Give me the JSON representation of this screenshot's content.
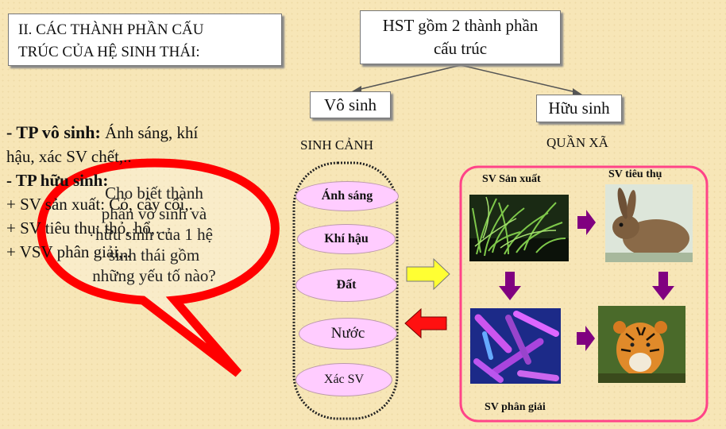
{
  "title_box": {
    "line1": "II.  CÁC THÀNH PHẦN CẤU",
    "line2": "TRÚC CỦA HỆ SINH THÁI:"
  },
  "hst_box": {
    "line1": "HST gồm 2 thành phần",
    "line2": "cấu trúc"
  },
  "vo_sinh": "Vô sinh",
  "huu_sinh": "Hữu sinh",
  "sinh_canh": "SINH CẢNH",
  "quan_xa": "QUẦN XÃ",
  "factors": [
    "Ánh sáng",
    "Khí hậu",
    "Đất",
    "Nước",
    "Xác SV"
  ],
  "sv_san_xuat": "SV Sản xuất",
  "sv_tieu_thu": "SV tiêu thụ",
  "sv_phan_giai": "SV phân giải",
  "left_text": {
    "line1_head": "- TP vô sinh:",
    "line1_tail": " Ánh sáng, khí",
    "line2": "hậu, xác SV chết,..",
    "line3": "- TP  hữu sinh:",
    "line4": "+ SV sản xuất: Cỏ, cây cối,.",
    "line5": "+ SV tiêu thụ: thỏ, hổ,…",
    "line6": "+ VSV phân giải,.."
  },
  "bubble": {
    "line1": "Cho biết thành",
    "line2": "phần vô sinh và",
    "line3": "hữu sinh của 1 hệ",
    "line4": "sinh thái gồm",
    "line5": "những yếu tố nào?"
  },
  "colors": {
    "background": "#f7e6b7",
    "ellipse": "#ffccff",
    "frame": "#ff4488",
    "down_arrow": "#800080",
    "yellow_arrow": "#ffff33",
    "red_arrow": "#ff0000",
    "bubble": "#ff0000"
  }
}
